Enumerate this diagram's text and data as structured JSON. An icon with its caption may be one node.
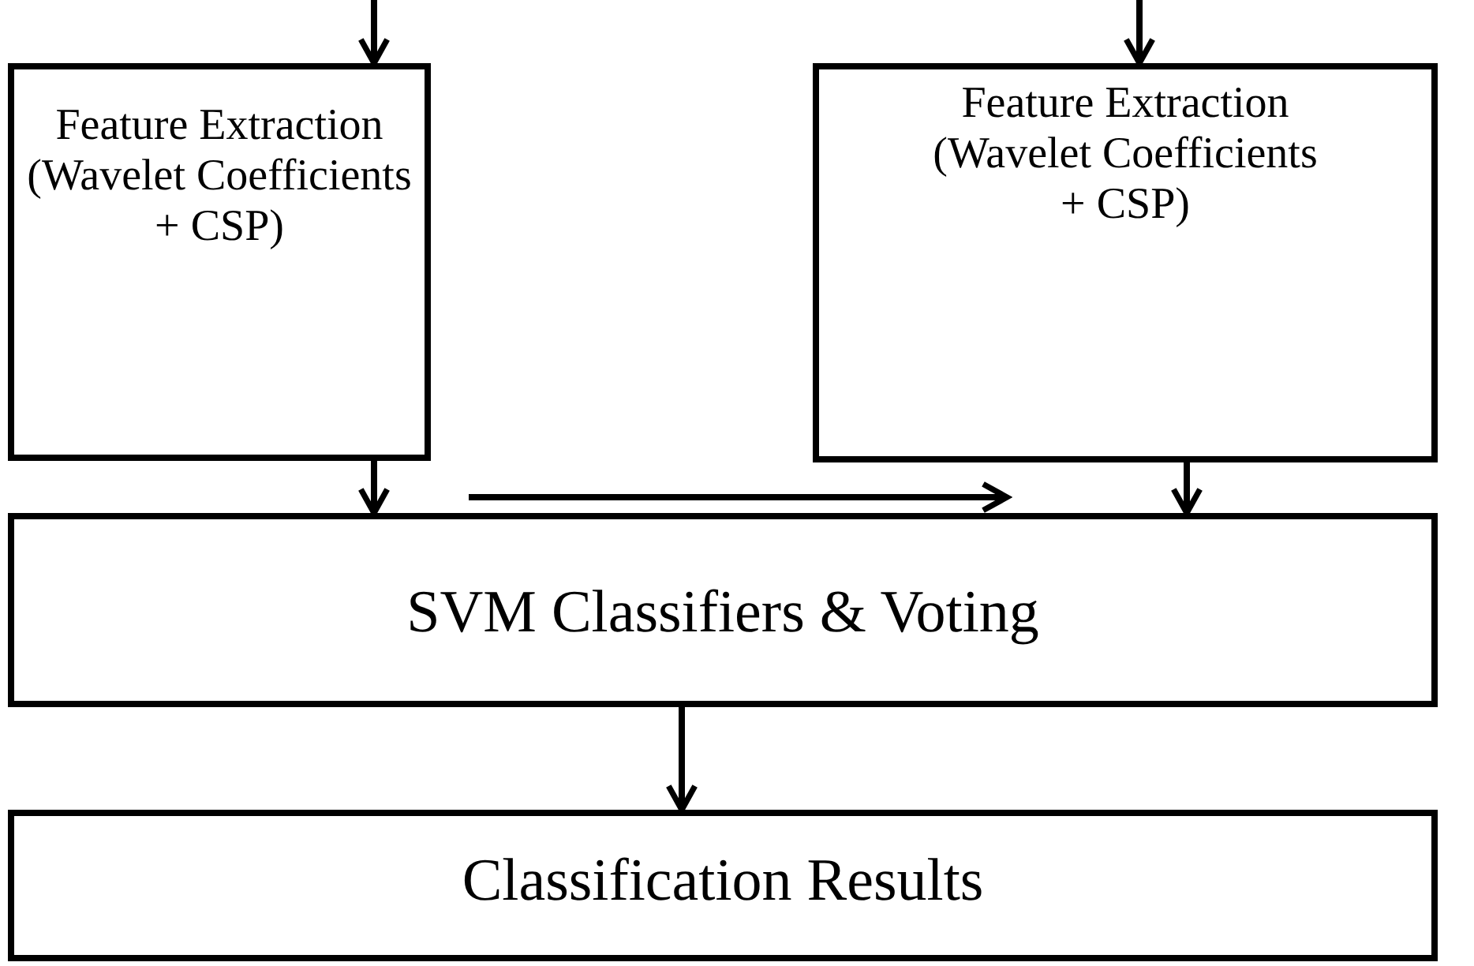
{
  "diagram": {
    "nodes": [
      {
        "text": [
          "Feature Extraction (Wavelet Coefficients + CSP)"
        ]
      },
      {
        "text": [
          "Feature Extraction (Wavelet Coefficients + CSP)"
        ]
      },
      {
        "text": [
          "SVM Classifiers & Voting"
        ]
      },
      {
        "text": [
          "Classification Results"
        ]
      }
    ],
    "edges": [
      {
        "from": null,
        "to": 0,
        "arrow": "to"
      },
      {
        "from": null,
        "to": 1,
        "arrow": "to"
      },
      {
        "from": 0,
        "to": 2,
        "arrow": "to"
      },
      {
        "from": 1,
        "to": 2,
        "arrow": "to"
      },
      {
        "from": 2,
        "to": 3,
        "arrow": "to"
      }
    ]
  }
}
